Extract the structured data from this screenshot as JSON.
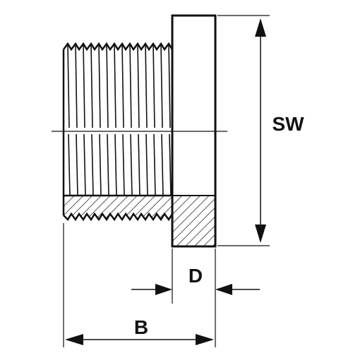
{
  "diagram": {
    "labels": {
      "sw": "SW",
      "d": "D",
      "b": "B"
    },
    "colors": {
      "stroke": "#111111",
      "background": "#ffffff"
    }
  }
}
